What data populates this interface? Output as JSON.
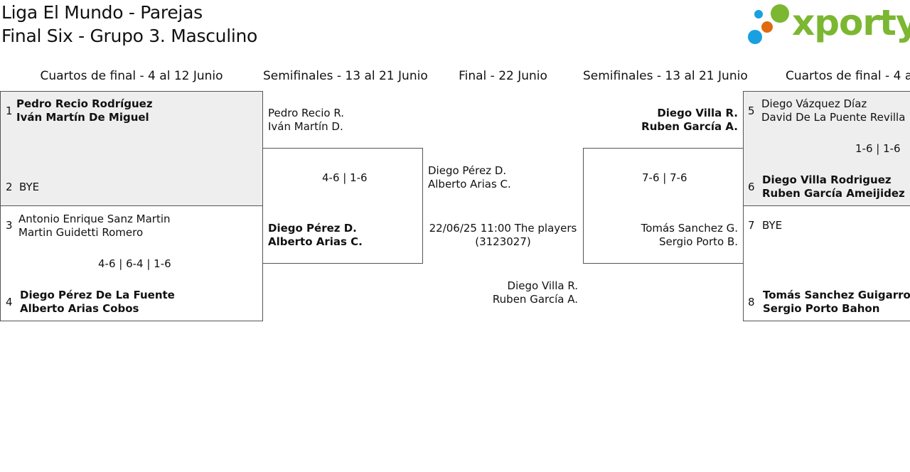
{
  "header": {
    "title_line1": "Liga El Mundo - Parejas",
    "title_line2": "Final Six - Grupo 3. Masculino",
    "logo_text": "xporty",
    "logo_colors": [
      "#18a0e0",
      "#e06a10",
      "#7bb731"
    ]
  },
  "rounds": {
    "left_quarters": "Cuartos de final - 4 al 12 Junio",
    "left_semis": "Semifinales - 13 al 21 Junio",
    "final": "Final - 22 Junio",
    "right_semis": "Semifinales - 13 al 21 Junio",
    "right_quarters": "Cuartos de final - 4 a"
  },
  "left_quarters": {
    "match1": {
      "seed_a": "1",
      "a1": "Pedro Recio Rodríguez",
      "a2": "Iván Martín De Miguel",
      "seed_b": "2",
      "b1": "BYE"
    },
    "match2": {
      "seed_a": "3",
      "a1": "Antonio Enrique Sanz Martin",
      "a2": "Martin Guidetti Romero",
      "score": "4-6 | 6-4 | 1-6",
      "seed_b": "4",
      "b1": "Diego Pérez De La Fuente",
      "b2": "Alberto Arias Cobos"
    }
  },
  "left_semi": {
    "top1": "Pedro Recio R.",
    "top2": "Iván Martín D.",
    "score": "4-6 | 1-6",
    "bot1": "Diego Pérez D.",
    "bot2": "Alberto Arias C."
  },
  "final": {
    "top1": "Diego Pérez D.",
    "top2": "Alberto Arias C.",
    "info1": "22/06/25 11:00 The players",
    "info2": "(3123027)",
    "bot1": "Diego Villa R.",
    "bot2": "Ruben García A."
  },
  "right_semi": {
    "top1": "Diego Villa R.",
    "top2": "Ruben García A.",
    "score": "7-6 | 7-6",
    "bot1": "Tomás Sanchez G.",
    "bot2": "Sergio Porto B."
  },
  "right_quarters": {
    "match1": {
      "seed_a": "5",
      "a1": "Diego Vázquez Díaz",
      "a2": "David De La Puente Revilla",
      "score": "1-6 | 1-6",
      "seed_b": "6",
      "b1": "Diego Villa Rodriguez",
      "b2": "Ruben García Ameijidez"
    },
    "match2": {
      "seed_a": "7",
      "a1": "BYE",
      "seed_b": "8",
      "b1": "Tomás Sanchez Guigarro",
      "b2": "Sergio Porto Bahon"
    }
  }
}
